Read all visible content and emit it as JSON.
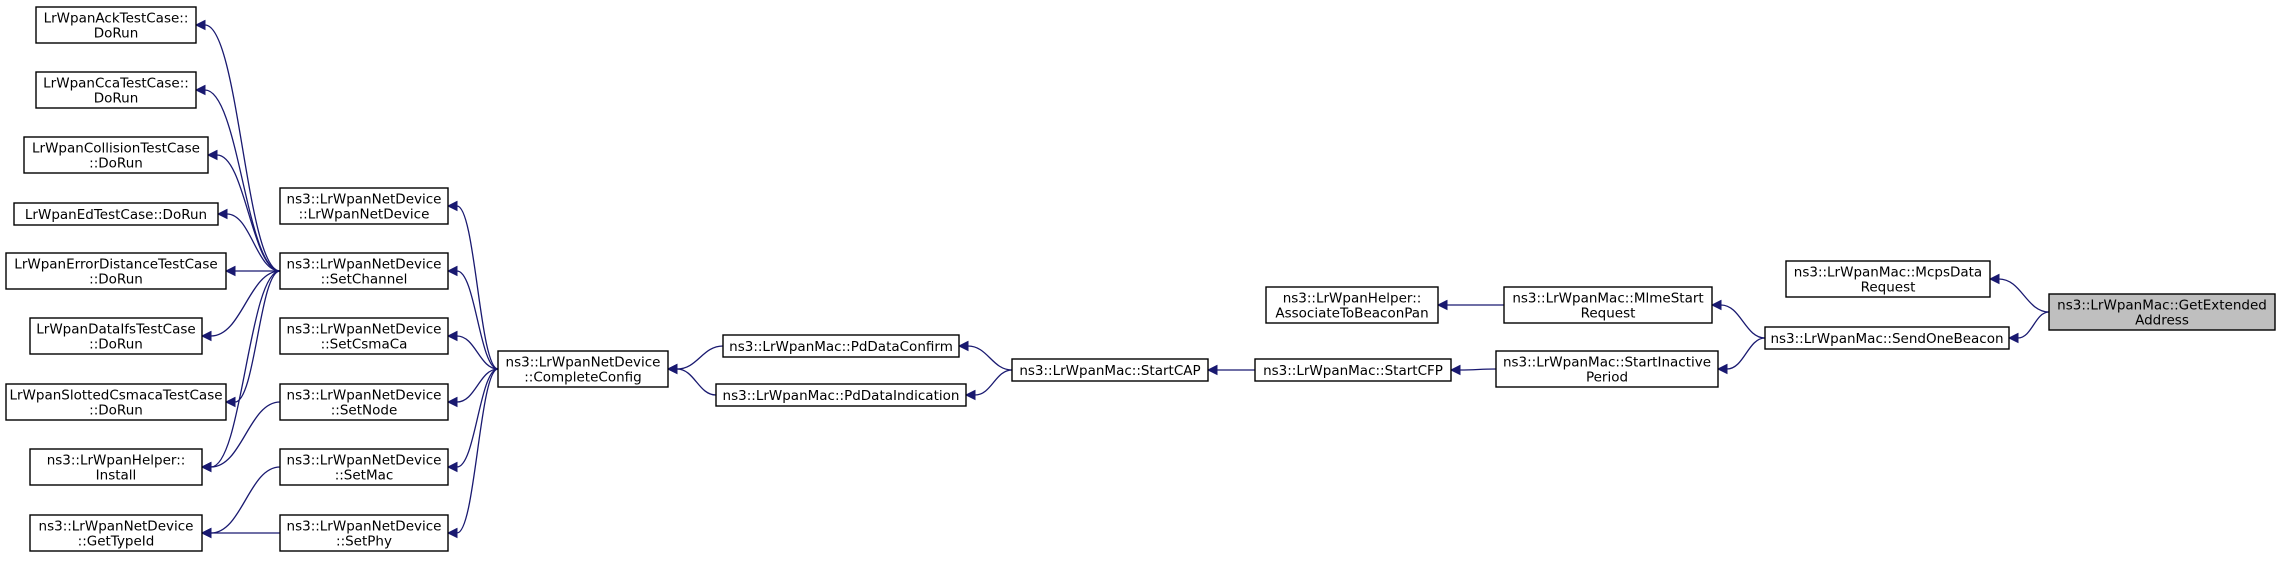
{
  "nodes": [
    {
      "id": "n_ack",
      "lines": [
        "LrWpanAckTestCase::",
        "DoRun"
      ]
    },
    {
      "id": "n_cca",
      "lines": [
        "LrWpanCcaTestCase::",
        "DoRun"
      ]
    },
    {
      "id": "n_coll",
      "lines": [
        "LrWpanCollisionTestCase",
        "::DoRun"
      ]
    },
    {
      "id": "n_ed",
      "lines": [
        "LrWpanEdTestCase::DoRun"
      ]
    },
    {
      "id": "n_err",
      "lines": [
        "LrWpanErrorDistanceTestCase",
        "::DoRun"
      ]
    },
    {
      "id": "n_ifs",
      "lines": [
        "LrWpanDataIfsTestCase",
        "::DoRun"
      ]
    },
    {
      "id": "n_slot",
      "lines": [
        "LrWpanSlottedCsmacaTestCase",
        "::DoRun"
      ]
    },
    {
      "id": "n_helper_install",
      "lines": [
        "ns3::LrWpanHelper::",
        "Install"
      ]
    },
    {
      "id": "n_gettypeid",
      "lines": [
        "ns3::LrWpanNetDevice",
        "::GetTypeId"
      ]
    },
    {
      "id": "n_ctor",
      "lines": [
        "ns3::LrWpanNetDevice",
        "::LrWpanNetDevice"
      ]
    },
    {
      "id": "n_setchannel",
      "lines": [
        "ns3::LrWpanNetDevice",
        "::SetChannel"
      ]
    },
    {
      "id": "n_setcsmaca",
      "lines": [
        "ns3::LrWpanNetDevice",
        "::SetCsmaCa"
      ]
    },
    {
      "id": "n_setnode",
      "lines": [
        "ns3::LrWpanNetDevice",
        "::SetNode"
      ]
    },
    {
      "id": "n_setmac",
      "lines": [
        "ns3::LrWpanNetDevice",
        "::SetMac"
      ]
    },
    {
      "id": "n_setphy",
      "lines": [
        "ns3::LrWpanNetDevice",
        "::SetPhy"
      ]
    },
    {
      "id": "n_complete",
      "lines": [
        "ns3::LrWpanNetDevice",
        "::CompleteConfig"
      ]
    },
    {
      "id": "n_pdconfirm",
      "lines": [
        "ns3::LrWpanMac::PdDataConfirm"
      ]
    },
    {
      "id": "n_pdindication",
      "lines": [
        "ns3::LrWpanMac::PdDataIndication"
      ]
    },
    {
      "id": "n_startcap",
      "lines": [
        "ns3::LrWpanMac::StartCAP"
      ]
    },
    {
      "id": "n_startcfp",
      "lines": [
        "ns3::LrWpanMac::StartCFP"
      ]
    },
    {
      "id": "n_associate",
      "lines": [
        "ns3::LrWpanHelper::",
        "AssociateToBeaconPan"
      ]
    },
    {
      "id": "n_mlme",
      "lines": [
        "ns3::LrWpanMac::MlmeStart",
        "Request"
      ]
    },
    {
      "id": "n_inactive",
      "lines": [
        "ns3::LrWpanMac::StartInactive",
        "Period"
      ]
    },
    {
      "id": "n_mcps",
      "lines": [
        "ns3::LrWpanMac::McpsData",
        "Request"
      ]
    },
    {
      "id": "n_sendbeacon",
      "lines": [
        "ns3::LrWpanMac::SendOneBeacon"
      ]
    },
    {
      "id": "n_root",
      "lines": [
        "ns3::LrWpanMac::GetExtended",
        "Address"
      ],
      "highlight": true
    }
  ],
  "edges": [
    {
      "from": "n_ack",
      "to": "n_setchannel"
    },
    {
      "from": "n_cca",
      "to": "n_setchannel"
    },
    {
      "from": "n_coll",
      "to": "n_setchannel"
    },
    {
      "from": "n_ed",
      "to": "n_setchannel"
    },
    {
      "from": "n_err",
      "to": "n_setchannel"
    },
    {
      "from": "n_ifs",
      "to": "n_setchannel"
    },
    {
      "from": "n_slot",
      "to": "n_setchannel"
    },
    {
      "from": "n_helper_install",
      "to": "n_setchannel"
    },
    {
      "from": "n_helper_install",
      "to": "n_setnode"
    },
    {
      "from": "n_gettypeid",
      "to": "n_setmac"
    },
    {
      "from": "n_gettypeid",
      "to": "n_setphy"
    },
    {
      "from": "n_ctor",
      "to": "n_complete"
    },
    {
      "from": "n_setchannel",
      "to": "n_complete"
    },
    {
      "from": "n_setcsmaca",
      "to": "n_complete"
    },
    {
      "from": "n_setnode",
      "to": "n_complete"
    },
    {
      "from": "n_setmac",
      "to": "n_complete"
    },
    {
      "from": "n_setphy",
      "to": "n_complete"
    },
    {
      "from": "n_complete",
      "to": "n_pdconfirm"
    },
    {
      "from": "n_complete",
      "to": "n_pdindication"
    },
    {
      "from": "n_pdconfirm",
      "to": "n_startcap"
    },
    {
      "from": "n_pdindication",
      "to": "n_startcap"
    },
    {
      "from": "n_startcap",
      "to": "n_startcfp"
    },
    {
      "from": "n_startcfp",
      "to": "n_inactive"
    },
    {
      "from": "n_associate",
      "to": "n_mlme"
    },
    {
      "from": "n_mlme",
      "to": "n_sendbeacon"
    },
    {
      "from": "n_inactive",
      "to": "n_sendbeacon"
    },
    {
      "from": "n_mcps",
      "to": "n_root"
    },
    {
      "from": "n_sendbeacon",
      "to": "n_root"
    }
  ]
}
